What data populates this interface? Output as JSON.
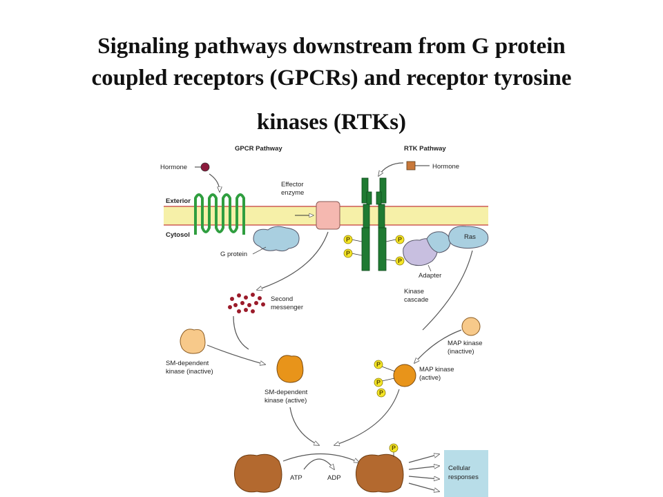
{
  "title": {
    "line1": "Signaling pathways downstream from G protein",
    "line2": "coupled receptors (GPCRs) and receptor tyrosine",
    "line3": "kinases (RTKs)"
  },
  "diagram": {
    "gpcr_pathway": "GPCR Pathway",
    "rtk_pathway": "RTK Pathway",
    "hormone_left": "Hormone",
    "hormone_right": "Hormone",
    "exterior": "Exterior",
    "cytosol": "Cytosol",
    "effector_line1": "Effector",
    "effector_line2": "enzyme",
    "g_protein": "G protein",
    "ras": "Ras",
    "adapter": "Adapter",
    "phospho": "P",
    "kinase_cascade_line1": "Kinase",
    "kinase_cascade_line2": "cascade",
    "second_messenger_line1": "Second",
    "second_messenger_line2": "messenger",
    "sm_inactive_line1": "SM-dependent",
    "sm_inactive_line2": "kinase (inactive)",
    "sm_active_line1": "SM-dependent",
    "sm_active_line2": "kinase (active)",
    "map_inactive_line1": "MAP kinase",
    "map_inactive_line2": "(inactive)",
    "map_active_line1": "MAP kinase",
    "map_active_line2": "(active)",
    "atp": "ATP",
    "adp": "ADP",
    "cellular_line1": "Cellular",
    "cellular_line2": "responses"
  },
  "colors": {
    "membrane": "#f6f0a8",
    "membrane_edge": "#c43a3a",
    "receptor": "#2f9e3f",
    "rtk": "#1f7a32",
    "hormone_gpcr": "#8b1a3c",
    "hormone_rtk": "#c8783a",
    "effector": "#f5b8b0",
    "g_protein": "#a9cfe0",
    "adapter": "#c8bfe0",
    "kinase_orange": "#e8941a",
    "kinase_light": "#f7c98a",
    "substrate": "#b3692f",
    "phosphate": "#f5e626",
    "cellular_box": "#b8dde8"
  }
}
